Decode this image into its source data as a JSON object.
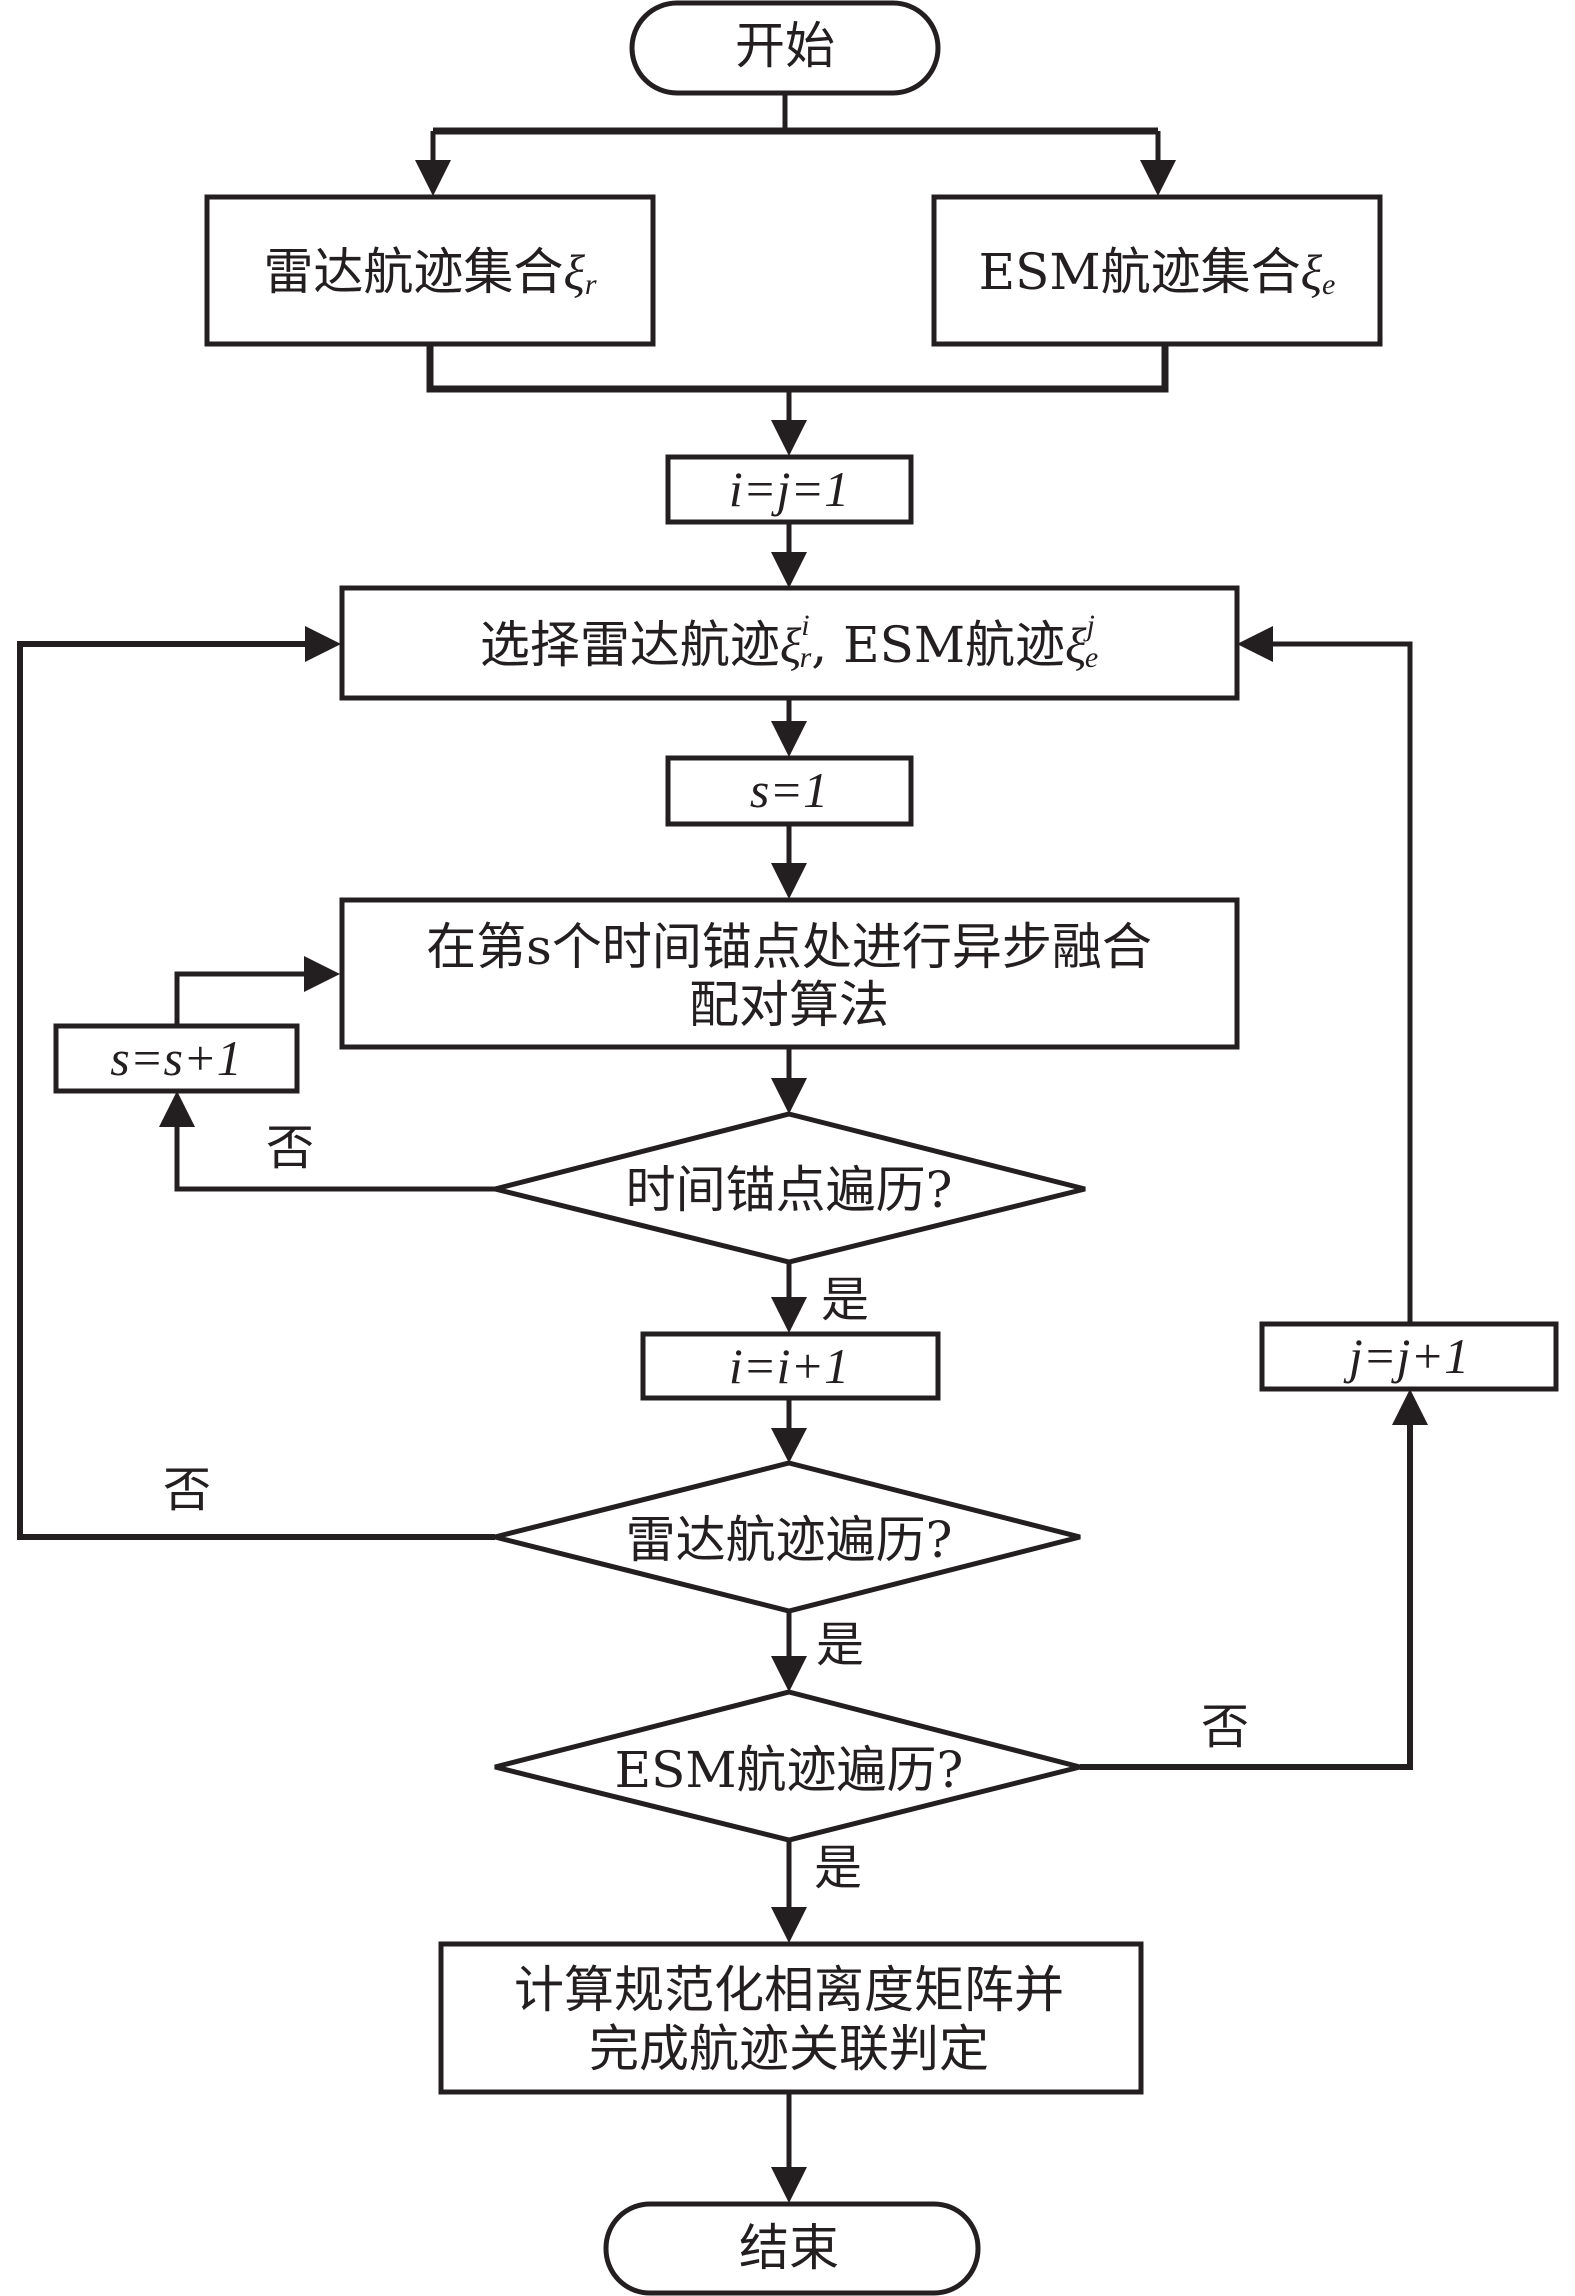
{
  "diagram": {
    "type": "flowchart",
    "nodes": {
      "start": {
        "label": "开始"
      },
      "radar_set": {
        "label": "雷达航迹集合",
        "symbol": "ξ",
        "sub": "r"
      },
      "esm_set": {
        "label": "ESM航迹集合",
        "symbol": "ξ",
        "sub": "e"
      },
      "init_ij": {
        "label": "i=j=1"
      },
      "select": {
        "label_a": "选择雷达航迹",
        "symbol_a": "ξ",
        "sub_a": "r",
        "sup_a": "i",
        "sep": ", ",
        "label_b": "ESM航迹",
        "symbol_b": "ξ",
        "sub_b": "e",
        "sup_b": "j"
      },
      "init_s": {
        "label": "s=1"
      },
      "fusion": {
        "line1": "在第s个时间锚点处进行异步融合",
        "line2": "配对算法"
      },
      "inc_s": {
        "label": "s=s+1"
      },
      "anchor_check": {
        "label": "时间锚点遍历?"
      },
      "inc_i": {
        "label": "i=i+1"
      },
      "radar_check": {
        "label": "雷达航迹遍历?"
      },
      "esm_check": {
        "label": "ESM航迹遍历?"
      },
      "inc_j": {
        "label": "j=j+1"
      },
      "compute": {
        "line1": "计算规范化相离度矩阵并",
        "line2": "完成航迹关联判定"
      },
      "end": {
        "label": "结束"
      }
    },
    "edge_labels": {
      "anchor_no": "否",
      "anchor_yes": "是",
      "radar_no": "否",
      "radar_yes": "是",
      "esm_no": "否",
      "esm_yes": "是"
    },
    "colors": {
      "stroke": "#231f20",
      "fill": "#ffffff"
    }
  }
}
